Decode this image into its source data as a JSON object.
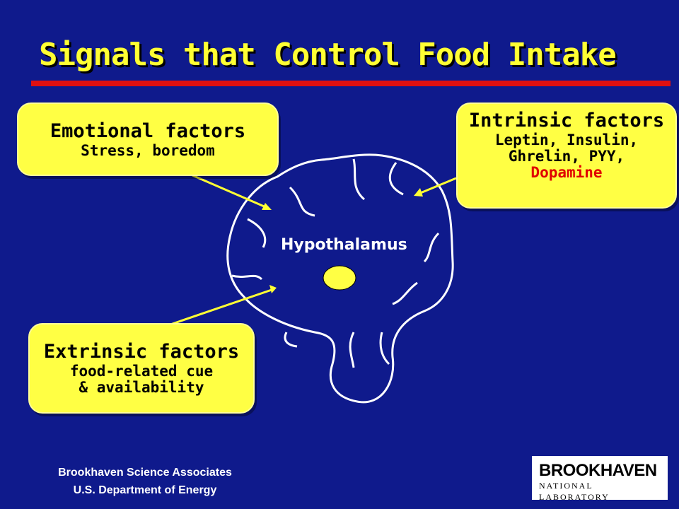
{
  "title": "Signals that Control Food Intake",
  "emotional": {
    "heading": "Emotional factors",
    "detail": "Stress, boredom"
  },
  "intrinsic": {
    "heading": "Intrinsic factors",
    "line1": "Leptin, Insulin,",
    "line2": "Ghrelin, PYY,",
    "highlight": "Dopamine"
  },
  "extrinsic": {
    "heading": "Extrinsic factors",
    "line1": "food-related cue",
    "line2": "& availability"
  },
  "hypothalamus_label": "Hypothalamus",
  "footer": {
    "line1": "Brookhaven Science Associates",
    "line2": "U.S. Department of Energy"
  },
  "logo": {
    "name": "BROOKHAVEN",
    "subtitle": "NATIONAL LABORATORY"
  },
  "colors": {
    "background": "#0f1a8c",
    "accent": "#ffff33",
    "rule": "#e01010",
    "highlight": "#e00000"
  }
}
